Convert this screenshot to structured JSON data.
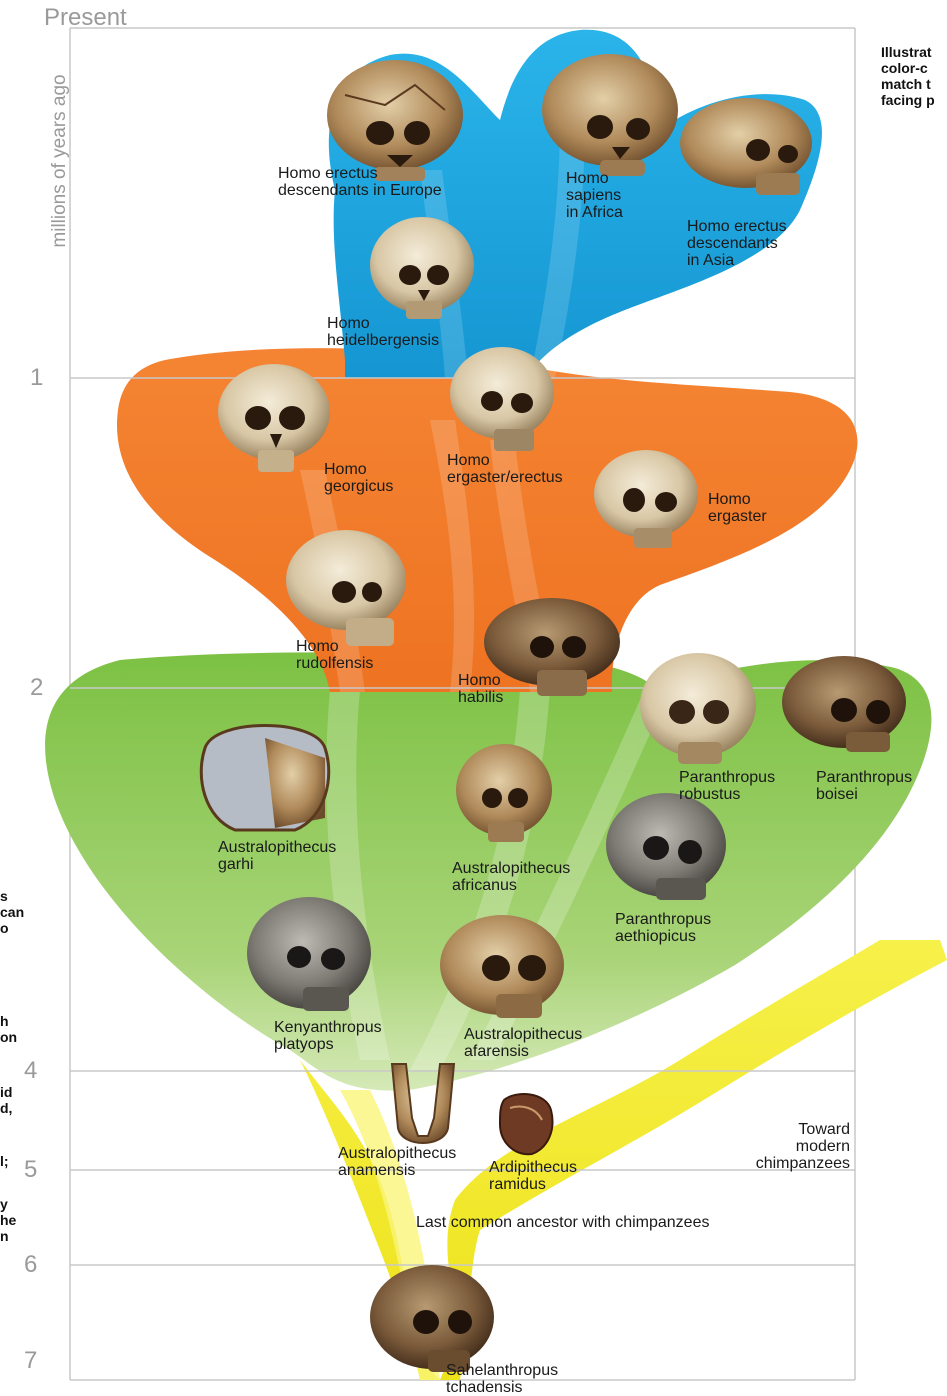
{
  "axis": {
    "present_label": "Present",
    "title": "millions of years ago",
    "ticks": [
      "1",
      "2",
      "4",
      "5",
      "6",
      "7"
    ]
  },
  "side_note_right": "Illustrat\ncolor-c\nmatch t\nfacing p",
  "side_note_left": [
    {
      "text": "s\ncan\no"
    },
    {
      "text": "h\non"
    },
    {
      "text": "id\nd,"
    },
    {
      "text": "l;"
    },
    {
      "text": "y\nhe\nn"
    }
  ],
  "colors": {
    "blue_branch": "#1fa8e0",
    "orange_branch": "#f07c2a",
    "green_branch": "#7dc142",
    "yellow_branch": "#f2ea1a",
    "axis_text": "#9a9a9a",
    "grid_line": "#c8c8c8"
  },
  "species": {
    "homo_erectus_europe": "Homo erectus\ndescendants in Europe",
    "homo_sapiens": "Homo\nsapiens\nin Africa",
    "homo_erectus_asia": "Homo erectus\ndescendants\nin Asia",
    "homo_heidelbergensis": "Homo\nheidelbergensis",
    "homo_georgicus": "Homo\ngeorgicus",
    "homo_ergaster_erectus": "Homo\nergaster/erectus",
    "homo_ergaster": "Homo\nergaster",
    "homo_rudolfensis": "Homo\nrudolfensis",
    "homo_habilis": "Homo\nhabilis",
    "paranthropus_robustus": "Paranthropus\nrobustus",
    "paranthropus_boisei": "Paranthropus\nboisei",
    "australopithecus_garhi": "Australopithecus\ngarhi",
    "australopithecus_africanus": "Australopithecus\nafricanus",
    "paranthropus_aethiopicus": "Paranthropus\naethiopicus",
    "kenyanthropus_platyops": "Kenyanthropus\nplatyops",
    "australopithecus_afarensis": "Australopithecus\nafarensis",
    "australopithecus_anamensis": "Australopithecus\nanamensis",
    "ardipithecus_ramidus": "Ardipithecus\nramidus",
    "toward_chimpanzees": "Toward\nmodern\nchimpanzees",
    "last_common_ancestor": "Last common ancestor with chimpanzees",
    "sahelanthropus": "Sahelanthropus\ntchadensis"
  }
}
